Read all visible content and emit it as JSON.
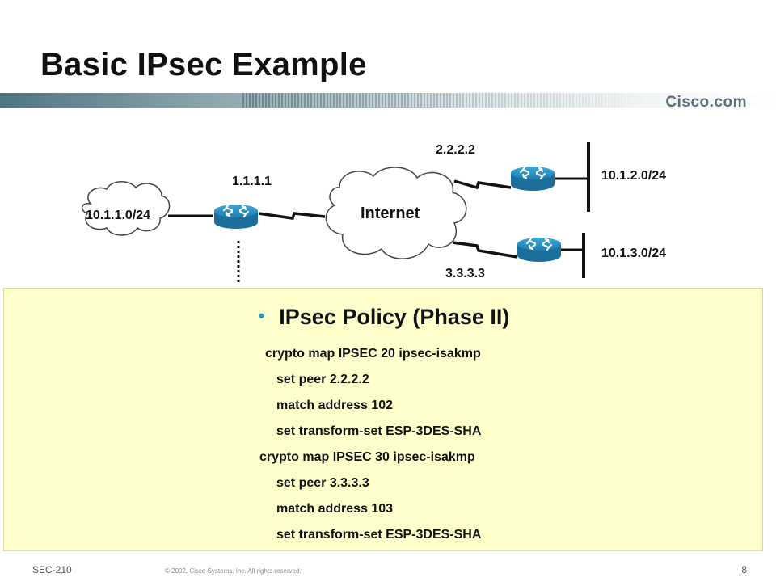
{
  "header": {
    "title": "Basic IPsec Example",
    "brand": "Cisco.com"
  },
  "diagram": {
    "cloud_left_label": "10.1.1.0/24",
    "router_left_ip": "1.1.1.1",
    "internet_label": "Internet",
    "router_top_ip": "2.2.2.2",
    "router_bottom_ip": "3.3.3.3",
    "network_top": "10.1.2.0/24",
    "network_bottom": "10.1.3.0/24"
  },
  "policy": {
    "heading": "IPsec Policy (Phase II)",
    "lines": [
      "crypto map IPSEC 20 ipsec-isakmp",
      "set peer 2.2.2.2",
      "match address 102",
      "set transform-set ESP-3DES-SHA",
      "crypto map IPSEC 30 ipsec-isakmp",
      "set peer 3.3.3.3",
      "match address 103",
      "set transform-set ESP-3DES-SHA"
    ]
  },
  "footer": {
    "slide_id": "SEC-210",
    "copyright": "© 2002, Cisco Systems, Inc. All rights reserved.",
    "page_number": "8"
  },
  "colors": {
    "policy_background": "#ffffcc",
    "router_blue": "#1f7fb0",
    "bullet": "#1aa0c8"
  },
  "icons": [
    "router-icon",
    "cloud-icon",
    "serial-link-icon"
  ]
}
